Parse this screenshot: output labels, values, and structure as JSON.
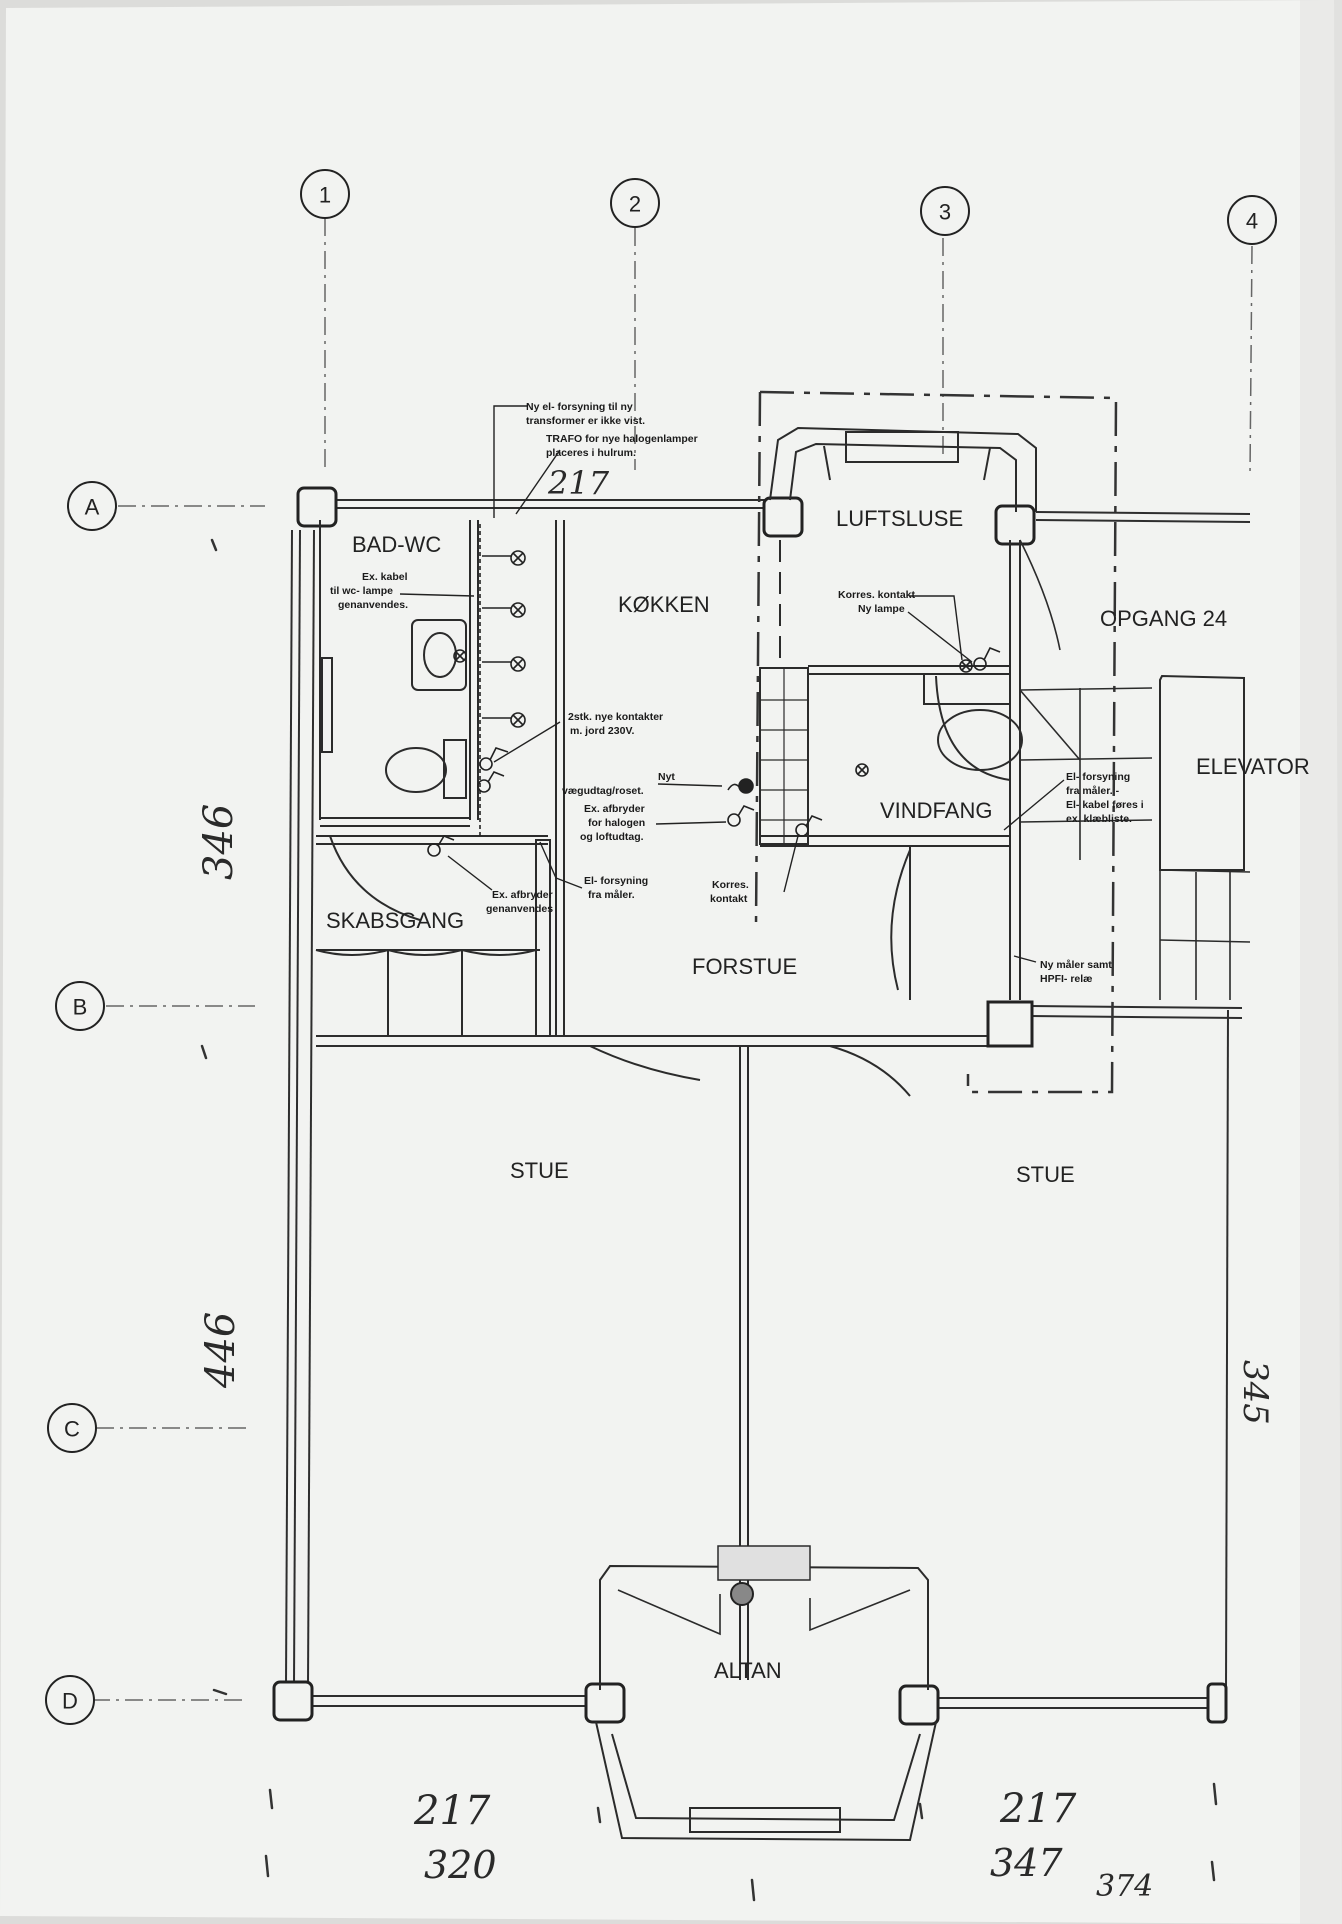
{
  "grid": {
    "columns": [
      "1",
      "2",
      "3",
      "4"
    ],
    "rows": [
      "A",
      "B",
      "C",
      "D"
    ]
  },
  "rooms": {
    "bad_wc": "BAD-WC",
    "kokken": "KØKKEN",
    "luftsluse": "LUFTSLUSE",
    "opgang": "OPGANG 24",
    "elevator": "ELEVATOR",
    "vindfang": "VINDFANG",
    "skabsgang": "SKABSGANG",
    "forstue": "FORSTUE",
    "stue_left": "STUE",
    "stue_right": "STUE",
    "altan": "ALTAN"
  },
  "notes": {
    "supply_1": "Ny el- forsyning til ny",
    "supply_2": "transformer er ikke vist.",
    "trafo_1": "TRAFO for nye halogenlamper",
    "trafo_2": "placeres i hulrum.",
    "wc_1": "Ex. kabel",
    "wc_2": "til wc- lampe",
    "wc_3": "genanvendes.",
    "korres_1": "Korres. kontakt",
    "korres_2": "Ny lampe",
    "outlets_1": "2stk. nye kontakter",
    "outlets_2": "m. jord 230V.",
    "wall_1": "Nyt",
    "wall_2": "vægudtag/roset.",
    "switch_1": "Ex. afbryder",
    "switch_2": "for halogen",
    "switch_3": "og loftudtag.",
    "elsupply_1": "El- forsyning",
    "elsupply_2": "fra måler. -",
    "elsupply_3": "El- kabel føres i",
    "elsupply_4": "ex. klæbliste.",
    "exswitch_1": "Ex. afbryder",
    "exswitch_2": "genanvendes",
    "elmeter_1": "El- forsyning",
    "elmeter_2": "fra måler.",
    "korres2_1": "Korres.",
    "korres2_2": "kontakt",
    "meter_1": "Ny måler samt",
    "meter_2": "HPFI- relæ"
  },
  "handwritten": {
    "top_dim": "217",
    "left_upper": "346",
    "left_lower": "446",
    "right_side": "345",
    "bottom_left_1": "217",
    "bottom_left_2": "320",
    "bottom_right_1": "217",
    "bottom_right_2": "347",
    "bottom_right_3": "374"
  }
}
